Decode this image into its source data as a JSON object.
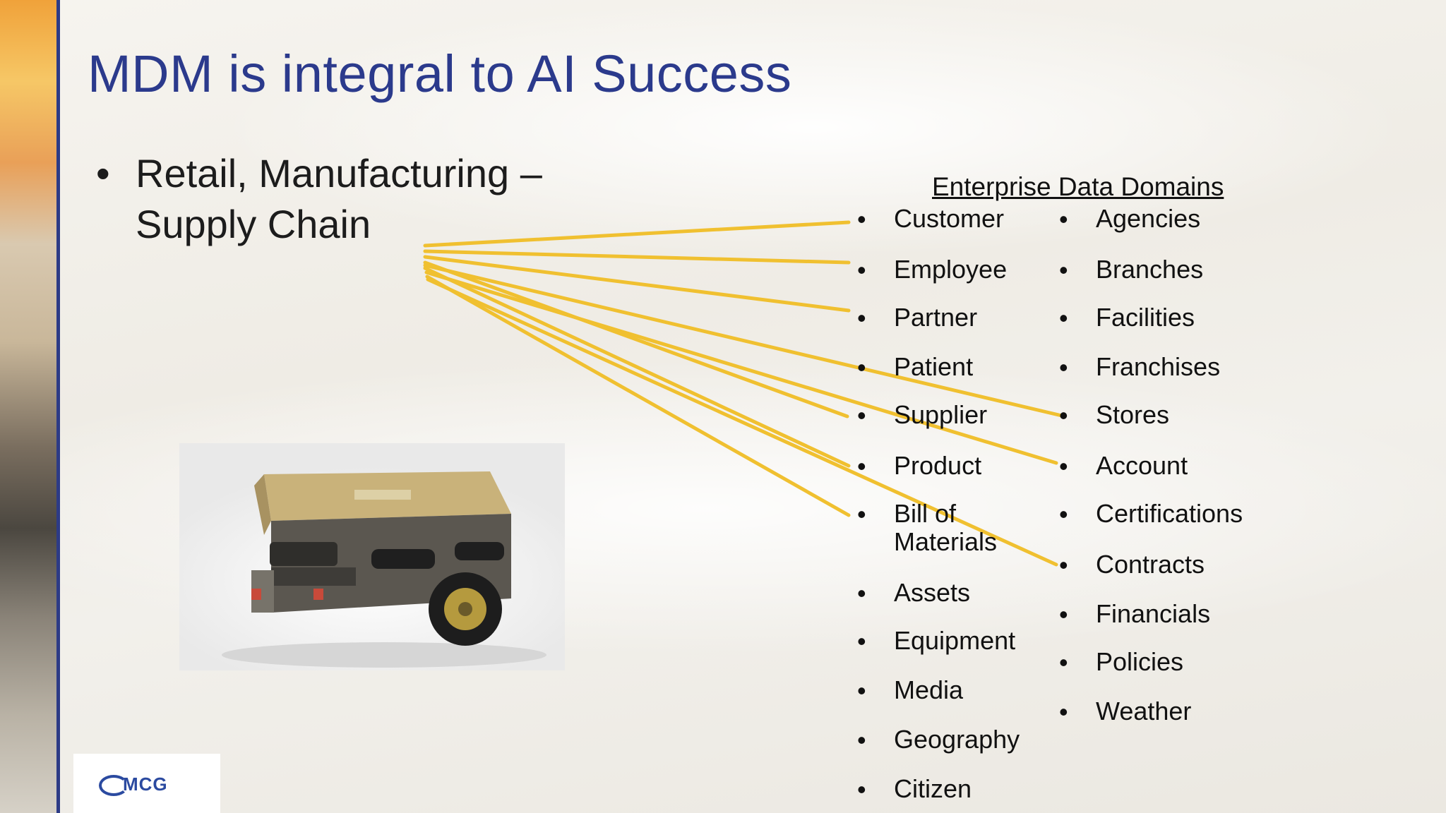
{
  "slide": {
    "title": "MDM is integral to AI Success",
    "bullet": "Retail, Manufacturing – Supply Chain",
    "bullet_symbol": "•",
    "domains_header": "Enterprise Data Domains",
    "accent_color": "#2b3a8c",
    "connector_color": "#f0c030"
  },
  "domains": {
    "left": [
      "Customer",
      "Employee",
      "Partner",
      "Patient",
      "Supplier",
      "Product",
      "Bill of Materials",
      "Assets",
      "Equipment",
      "Media",
      "Geography",
      "Citizen"
    ],
    "right": [
      "Agencies",
      "Branches",
      "Facilities",
      "Franchises",
      "Stores",
      "Account",
      "Certifications",
      "Contracts",
      "Financials",
      "Policies",
      "Weather"
    ]
  },
  "logo": {
    "text": "MCG",
    "icon": "mcg-swoosh-icon"
  },
  "image": {
    "icon": "utility-trailer-image"
  }
}
